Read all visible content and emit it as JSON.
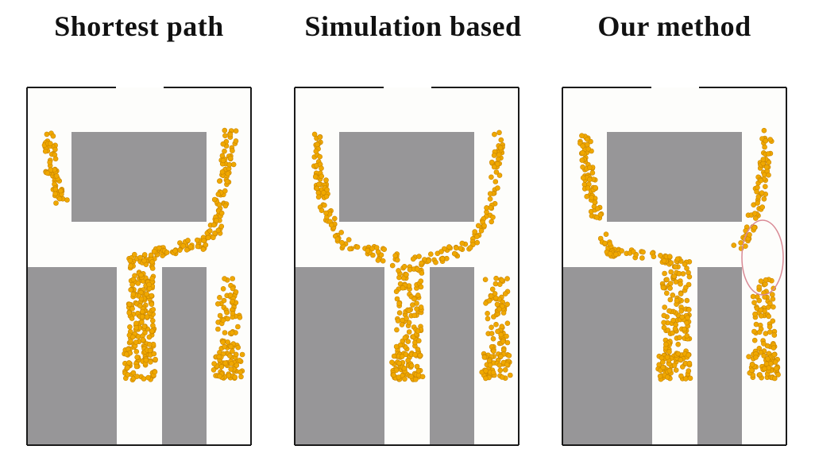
{
  "figure": {
    "panels": [
      {
        "id": "shortest-path",
        "title": "Shortest path"
      },
      {
        "id": "simulation-based",
        "title": "Simulation based"
      },
      {
        "id": "our-method",
        "title": "Our method"
      }
    ]
  },
  "colors": {
    "background": "#ffffff",
    "floor": "#fdfdfb",
    "wall": "#1a1a1a",
    "obstacle": "#979698",
    "agent": "#f0a800",
    "agent_edge": "#c98600",
    "highlight_circle": "#d98a95"
  }
}
